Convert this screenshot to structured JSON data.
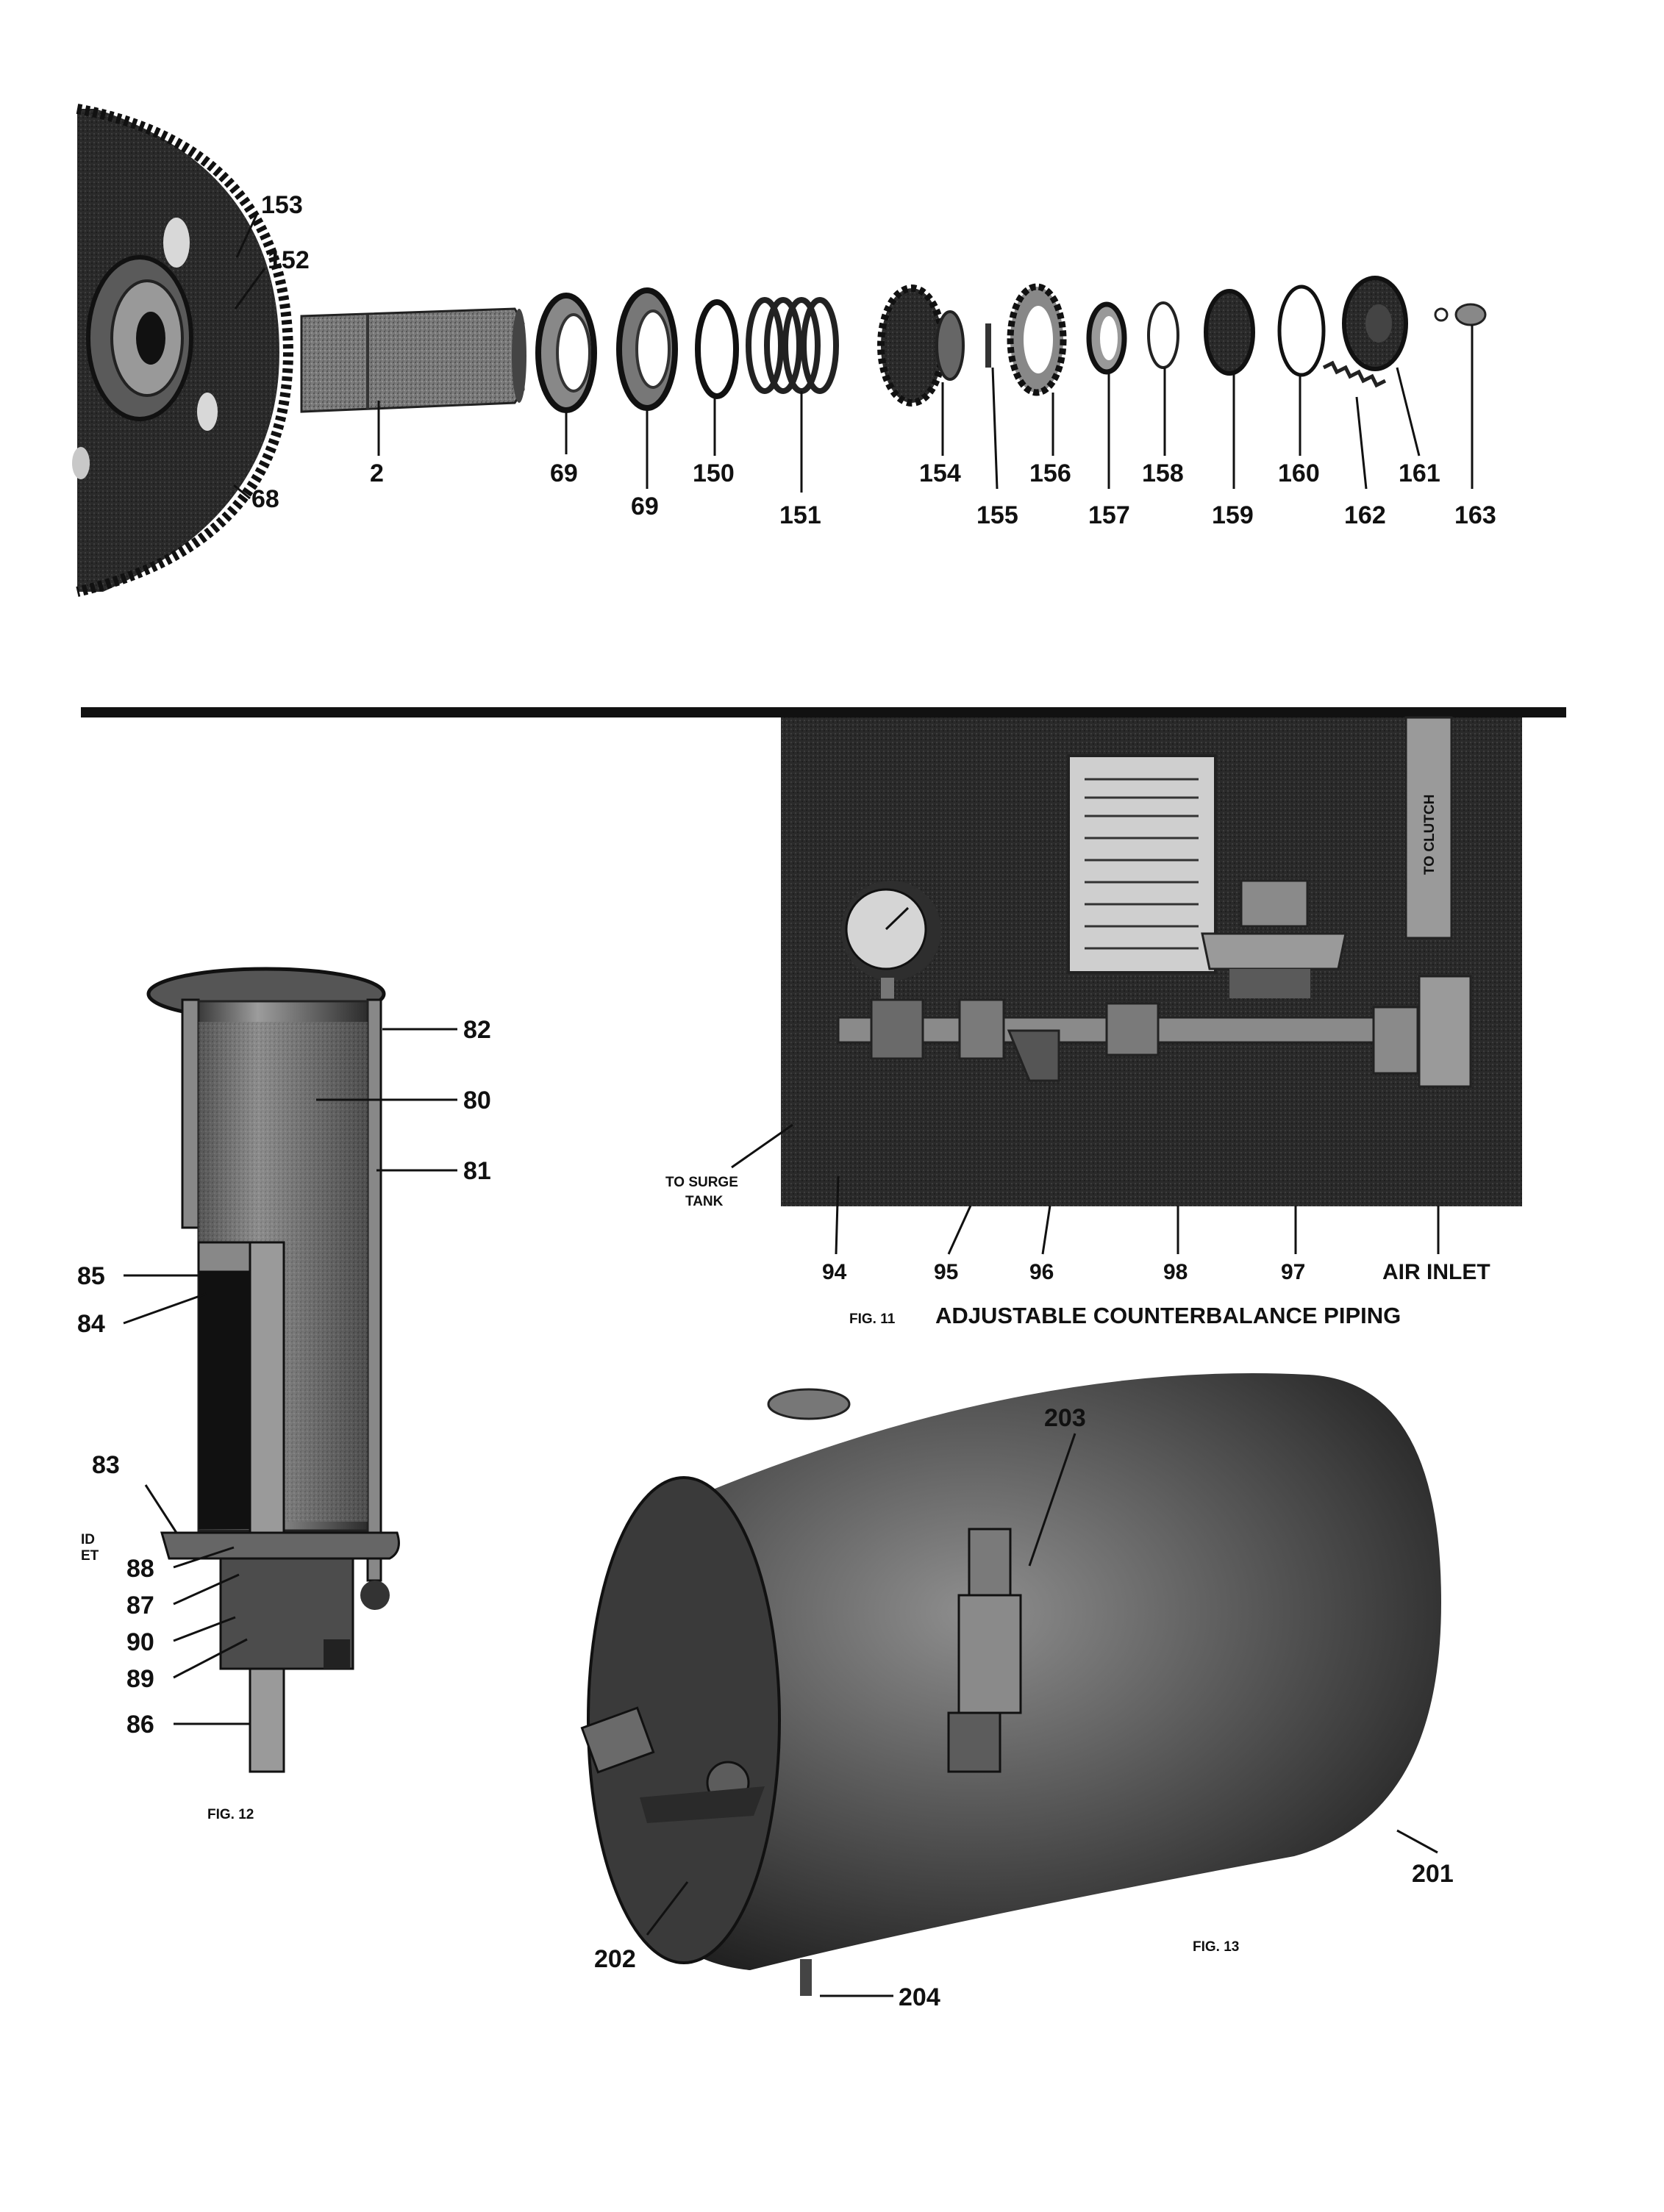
{
  "colors": {
    "ink": "#111111",
    "paper": "#ffffff",
    "photo_dark": "#1c1c1c",
    "photo_mid": "#6e6e6e"
  },
  "top_assembly": {
    "labels": [
      "153",
      "152",
      "68",
      "2",
      "69",
      "69",
      "150",
      "151",
      "154",
      "155",
      "156",
      "157",
      "158",
      "159",
      "160",
      "162",
      "161",
      "163"
    ]
  },
  "fig11": {
    "callout_labels": [
      "94",
      "95",
      "96",
      "98",
      "97",
      "AIR INLET"
    ],
    "surge_tank_line1": "TO SURGE",
    "surge_tank_line2": "TANK",
    "pipe_marking": "TO CLUTCH",
    "caption_prefix": "FIG. 11",
    "caption_title": "ADJUSTABLE COUNTERBALANCE PIPING"
  },
  "fig12": {
    "labels": [
      "82",
      "80",
      "81",
      "85",
      "84",
      "83",
      "88",
      "87",
      "90",
      "89",
      "86"
    ],
    "cut_text_1": "ID",
    "cut_text_2": "ET",
    "caption": "FIG. 12"
  },
  "fig13": {
    "labels": [
      "203",
      "201",
      "202",
      "204"
    ],
    "caption": "FIG. 13"
  }
}
